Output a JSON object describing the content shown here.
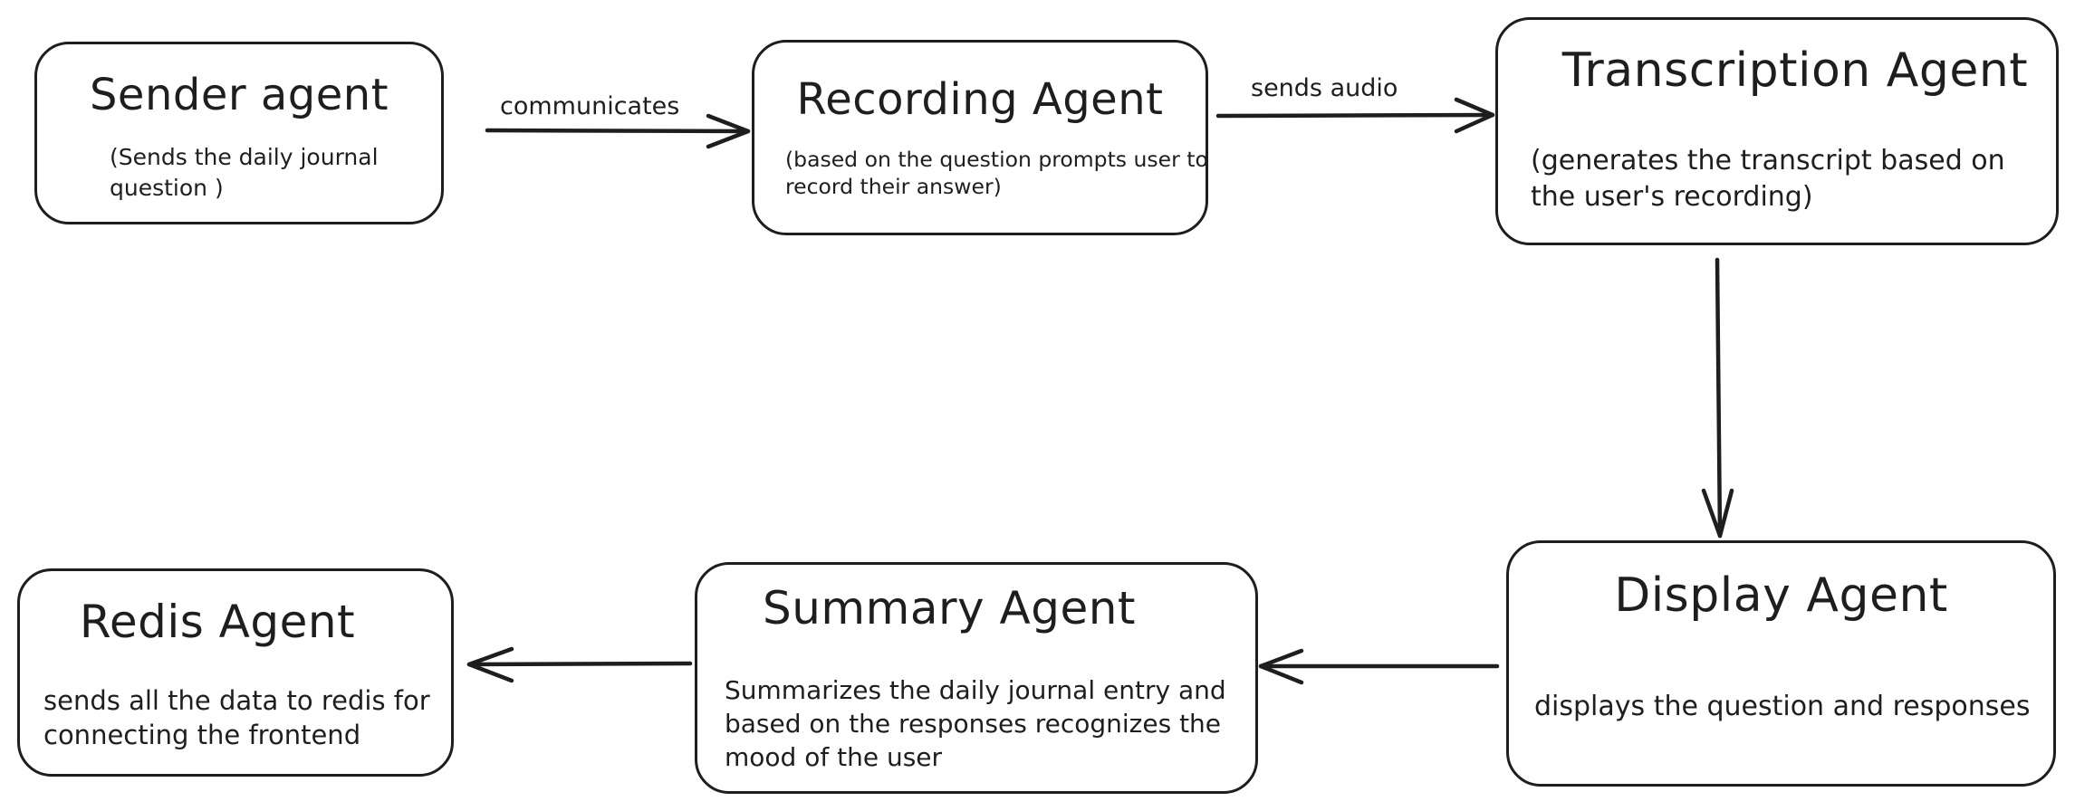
{
  "diagram": {
    "nodes": [
      {
        "id": "sender",
        "title": "Sender agent",
        "description": "(Sends the daily journal question )"
      },
      {
        "id": "recording",
        "title": "Recording Agent",
        "description": "(based on the question prompts user to record their answer)"
      },
      {
        "id": "transcription",
        "title": "Transcription Agent",
        "description": "(generates the transcript based on the user's recording)"
      },
      {
        "id": "display",
        "title": "Display Agent",
        "description": "displays the question and responses"
      },
      {
        "id": "summary",
        "title": "Summary Agent",
        "description": "Summarizes the daily journal entry and based on the responses recognizes the mood of the user"
      },
      {
        "id": "redis",
        "title": "Redis Agent",
        "description": "sends all the data to redis for connecting the frontend"
      }
    ],
    "edges": [
      {
        "from": "sender",
        "to": "recording",
        "label": "communicates"
      },
      {
        "from": "recording",
        "to": "transcription",
        "label": "sends audio"
      },
      {
        "from": "transcription",
        "to": "display",
        "label": ""
      },
      {
        "from": "display",
        "to": "summary",
        "label": ""
      },
      {
        "from": "summary",
        "to": "redis",
        "label": ""
      }
    ],
    "stroke_color": "#1e1e1e",
    "background_color": "#ffffff"
  }
}
